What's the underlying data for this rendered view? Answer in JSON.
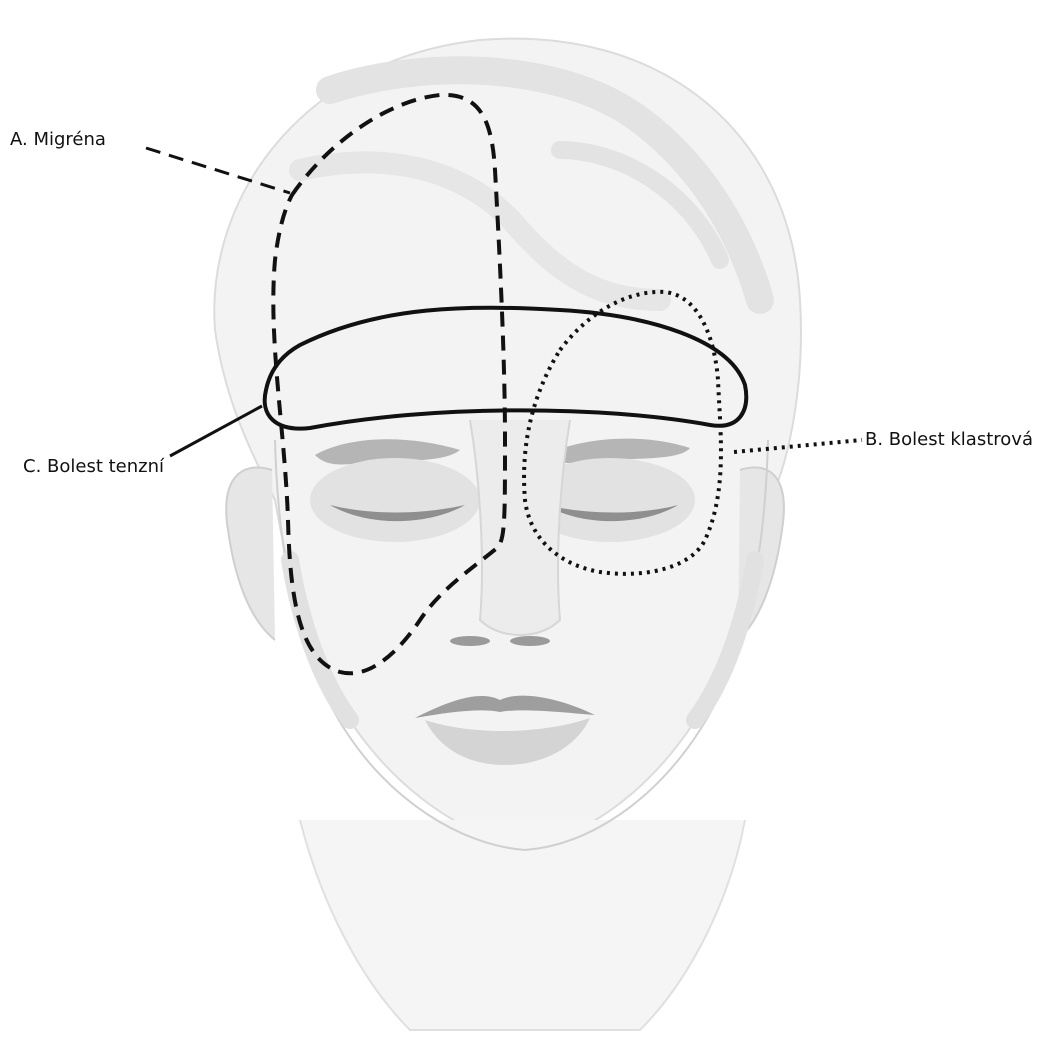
{
  "labels": {
    "migraine": "A. Migréna",
    "cluster": "B. Bolest klastrová",
    "tension": "C. Bolest tenzní"
  },
  "colors": {
    "outline": "#111111",
    "face_light": "#ececec",
    "face_mid": "#d9d9d9",
    "face_feature": "#9a9a9a",
    "face_line": "#c8c8c8"
  },
  "regions": [
    {
      "key": "A",
      "style": "dashed"
    },
    {
      "key": "B",
      "style": "dotted"
    },
    {
      "key": "C",
      "style": "solid"
    }
  ]
}
